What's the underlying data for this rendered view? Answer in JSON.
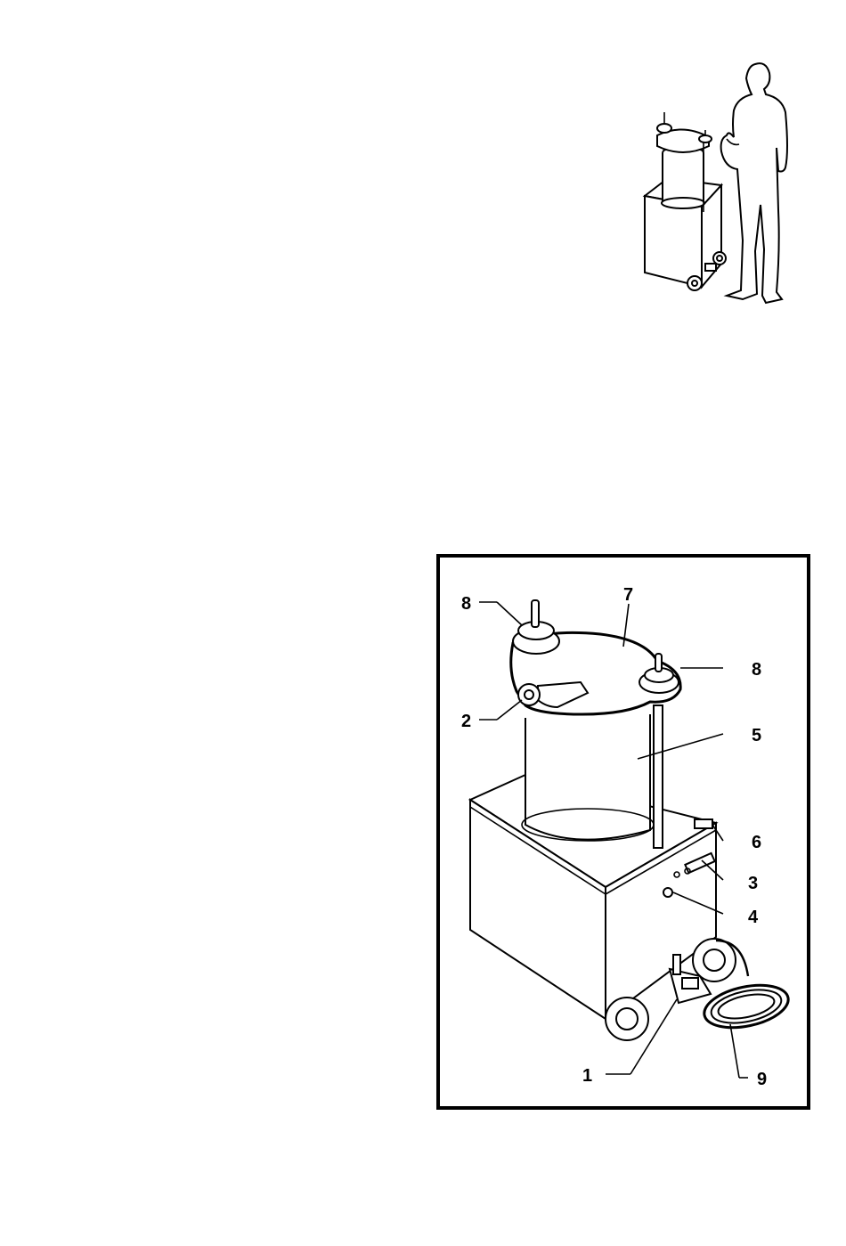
{
  "callouts": {
    "c8_left": "8",
    "c7": "7",
    "c8_right": "8",
    "c2": "2",
    "c5": "5",
    "c6": "6",
    "c3": "3",
    "c4": "4",
    "c1": "1",
    "c9": "9"
  }
}
